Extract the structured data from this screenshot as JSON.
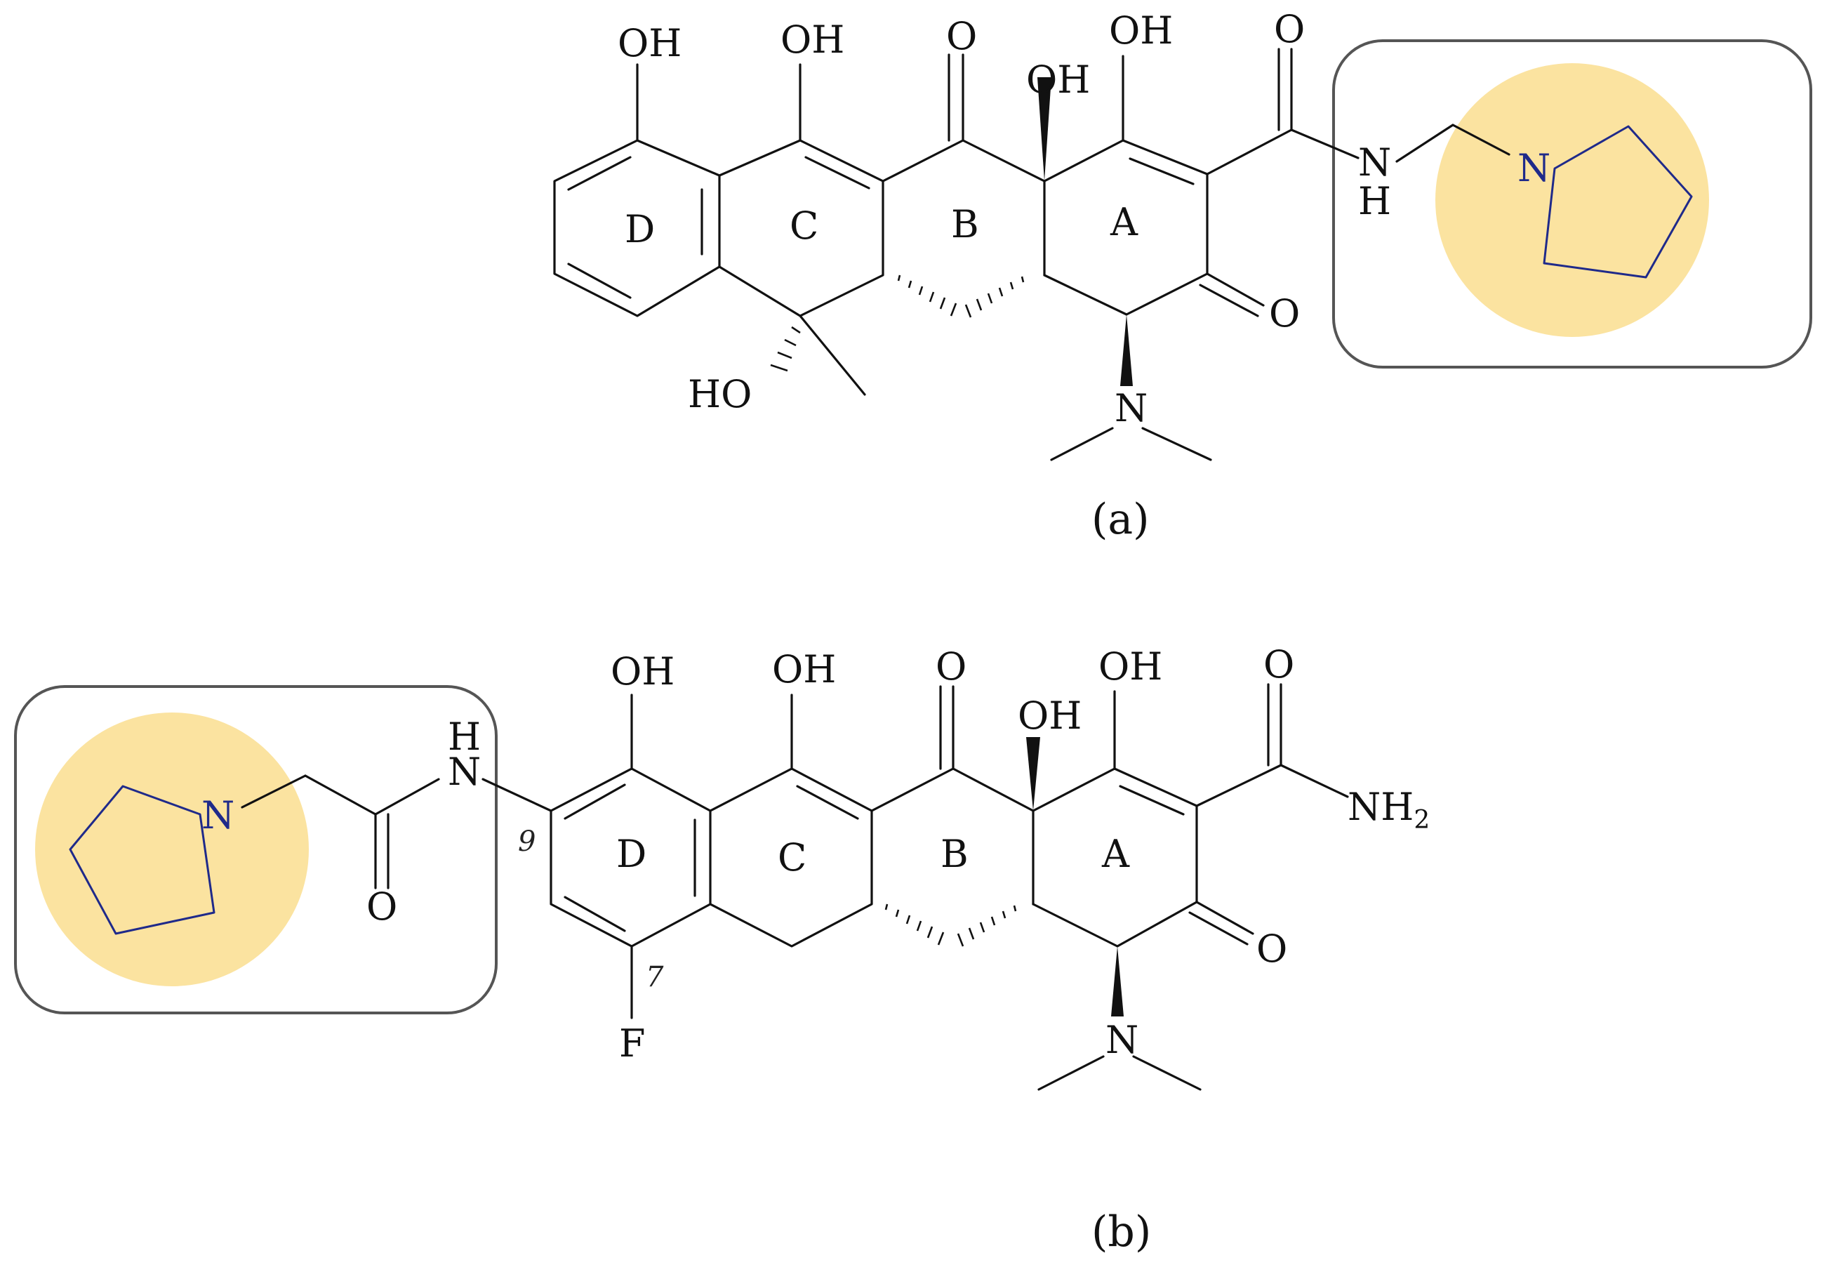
{
  "colors": {
    "highlight": "#fbe3a0",
    "frame": "#555555",
    "nitrogen": "#1f2a8a",
    "ink": "#111111"
  },
  "panel_a": {
    "caption": "(a)",
    "rings": {
      "A": "A",
      "B": "B",
      "C": "C",
      "D": "D"
    },
    "atoms": {
      "oh_d": "OH",
      "oh_c": "OH",
      "o_b": "O",
      "oh_4a": "OH",
      "oh_a": "OH",
      "o_amide": "O",
      "o_a": "O",
      "ho_6": "HO",
      "n_dimethyl": "N",
      "n_amide": "N",
      "h_amide": "H",
      "n_pyrrolidine": "N"
    }
  },
  "panel_b": {
    "caption": "(b)",
    "rings": {
      "A": "A",
      "B": "B",
      "C": "C",
      "D": "D"
    },
    "locants": {
      "pos9": "9",
      "pos7": "7"
    },
    "atoms": {
      "oh_d": "OH",
      "oh_c": "OH",
      "o_b": "O",
      "oh_4a": "OH",
      "oh_a": "OH",
      "o_amide": "O",
      "nh2_n": "NH",
      "nh2_sub": "2",
      "o_a": "O",
      "n_dimethyl": "N",
      "f": "F",
      "h_9": "H",
      "n_9": "N",
      "o_glycyl": "O",
      "n_pyrrolidine": "N"
    }
  }
}
